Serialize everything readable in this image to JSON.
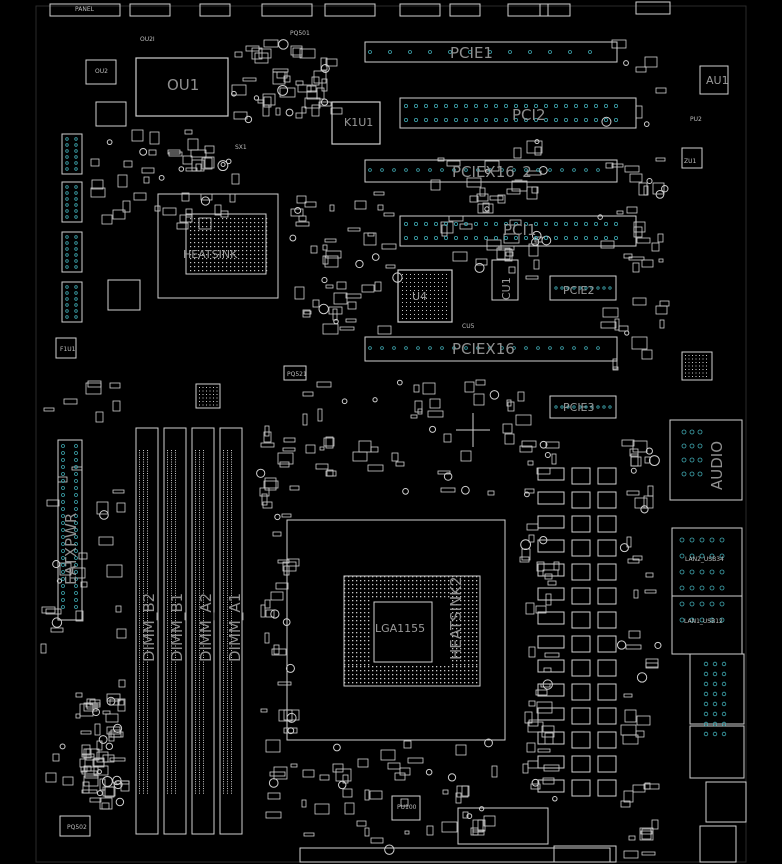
{
  "labels": {
    "panel": "PANEL",
    "ou1": "OU1",
    "ou2": "OU2",
    "pcie1": "PCIE1",
    "k1u1": "K1U1",
    "pci2": "PCI2",
    "pciex16_2": "PCIEX16_2",
    "pci1": "PCI1",
    "heatsink": "HEATSINK",
    "heatsink2": "HEATSINK2",
    "u4": "U4",
    "cu1": "CU1",
    "pcie2": "PCIE2",
    "pciex16": "PCIEX16",
    "pcie3": "PCIE3",
    "au1": "AU1",
    "audio": "AUDIO",
    "dimm_a1": "DIMM_A1",
    "dimm_a2": "DIMM_A2",
    "dimm_b1": "DIMM_B1",
    "dimm_b2": "DIMM_B2",
    "eatxpwr": "EATXPWR",
    "lga1155": "LGA1155",
    "lan1_usb12": "LAN1_USB12",
    "lan2_usb34": "LAN2_USB34",
    "f1u1": "F1U1",
    "ou21": "OU2I",
    "sx1": "SX1",
    "cu5": "CU5",
    "pu2": "PU2",
    "pq501": "PQ501",
    "pq521": "PQ521",
    "pq502": "PQ502",
    "pu100": "PU100",
    "zu1": "ZU1"
  }
}
